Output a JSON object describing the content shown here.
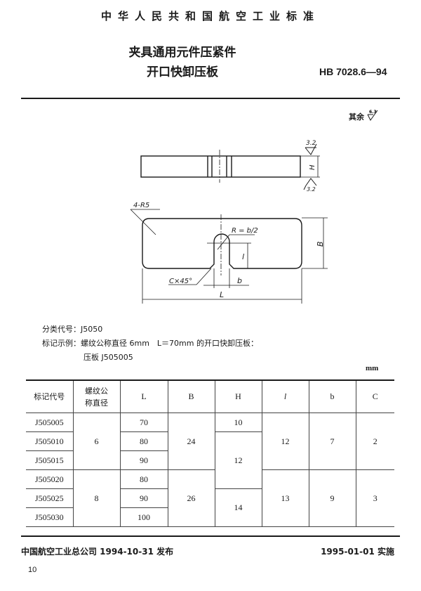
{
  "header": {
    "standard_title": "中华人民共和国航空工业标准",
    "doc_title_line1": "夹具通用元件压紧件",
    "doc_title_line2": "开口快卸压板",
    "standard_number": "HB 7028.6—94"
  },
  "roughness_note": {
    "label": "其余",
    "value": "6.3"
  },
  "drawing": {
    "side_view": {
      "top_roughness": "3.2",
      "bottom_roughness": "3.2",
      "height_label": "H"
    },
    "plan_view": {
      "corner_radius_label": "4-R5",
      "slot_radius_label": "R = b/2",
      "chamfer_label": "C×45°",
      "slot_length_label": "l",
      "slot_width_label": "b",
      "length_label": "L",
      "width_label": "B"
    }
  },
  "notes": {
    "classification": "分类代号：J5050",
    "marking_example_label": "标记示例：",
    "marking_example_text": "螺纹公称直径 6mm　L＝70mm 的开口快卸压板：",
    "marking_example_code": "压板 J505005"
  },
  "table": {
    "unit": "mm",
    "headers": [
      "标记代号",
      "螺纹公称直径",
      "L",
      "B",
      "H",
      "l",
      "b",
      "C"
    ],
    "header_thread_line1": "螺纹公",
    "header_thread_line2": "称直径",
    "rows": [
      {
        "code": "J505005",
        "L": "70"
      },
      {
        "code": "J505010",
        "L": "80"
      },
      {
        "code": "J505015",
        "L": "90"
      },
      {
        "code": "J505020",
        "L": "80"
      },
      {
        "code": "J505025",
        "L": "90"
      },
      {
        "code": "J505030",
        "L": "100"
      }
    ],
    "groups": [
      {
        "thread_diameter": "6",
        "B": "24",
        "l": "12",
        "b": "7",
        "C": "2"
      },
      {
        "thread_diameter": "8",
        "B": "26",
        "l": "13",
        "b": "9",
        "C": "3"
      }
    ],
    "H_values": [
      {
        "value": "10",
        "rows": 1
      },
      {
        "value": "12",
        "rows": 3
      },
      {
        "value": "14",
        "rows": 2
      }
    ]
  },
  "footer": {
    "issued": "中国航空工业总公司 1994-10-31 发布",
    "effective": "1995-01-01 实施",
    "page_number": "10"
  }
}
